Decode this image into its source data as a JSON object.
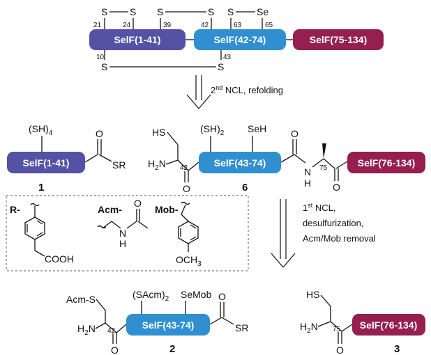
{
  "colors": {
    "self_1_41": "#5452a5",
    "self_42_74": "#2f8fd0",
    "self_75_134": "#951f4f",
    "ink": "#111111"
  },
  "top": {
    "segments": [
      "SelF(1-41)",
      "SelF(42-74)",
      "SelF(75-134)"
    ],
    "atom_s": "S",
    "atom_se": "Se",
    "residues": [
      "21",
      "24",
      "39",
      "42",
      "63",
      "65",
      "10",
      "43"
    ]
  },
  "step2": {
    "sup_label": "2",
    "sup": "nd",
    "rest": " NCL, refolding"
  },
  "cmpd1": {
    "number": "1",
    "segment": "SelF(1-41)",
    "thiols": "(SH)",
    "thiols_count": "4",
    "carbonyl": "O",
    "thioester": "SR"
  },
  "cmpd6": {
    "number": "6",
    "left_segment": "SelF(43-74)",
    "right_segment": "SelF(76-134)",
    "hs": "HS",
    "thiols": "(SH)",
    "thiols_count": "2",
    "seh": "SeH",
    "h2n_h": "H",
    "h2n_2": "2",
    "h2n_n": "N",
    "res42": "42",
    "res75": "75",
    "o": "O",
    "nh": "N",
    "nh_h": "H"
  },
  "legend": {
    "r": "R-",
    "r_cooh": "COOH",
    "acm": "Acm-",
    "acm_n": "N",
    "acm_h": "H",
    "acm_o": "O",
    "mob": "Mob-",
    "mob_och3": "OCH",
    "mob_3": "3"
  },
  "step1": {
    "lines": [
      "1st NCL,",
      "desulfurization,",
      "Acm/Mob removal"
    ],
    "sup": "st"
  },
  "cmpd2": {
    "number": "2",
    "segment": "SelF(43-74)",
    "acm_s": "Acm-S",
    "sacm": "(SAcm)",
    "sacm_count": "2",
    "semob": "SeMob",
    "h": "H",
    "h_2": "2",
    "n": "N",
    "res42": "42",
    "o": "O",
    "sr": "SR"
  },
  "cmpd3": {
    "number": "3",
    "segment": "SelF(76-134)",
    "hs": "HS",
    "h": "H",
    "h_2": "2",
    "n": "N",
    "res75": "75",
    "o": "O"
  }
}
